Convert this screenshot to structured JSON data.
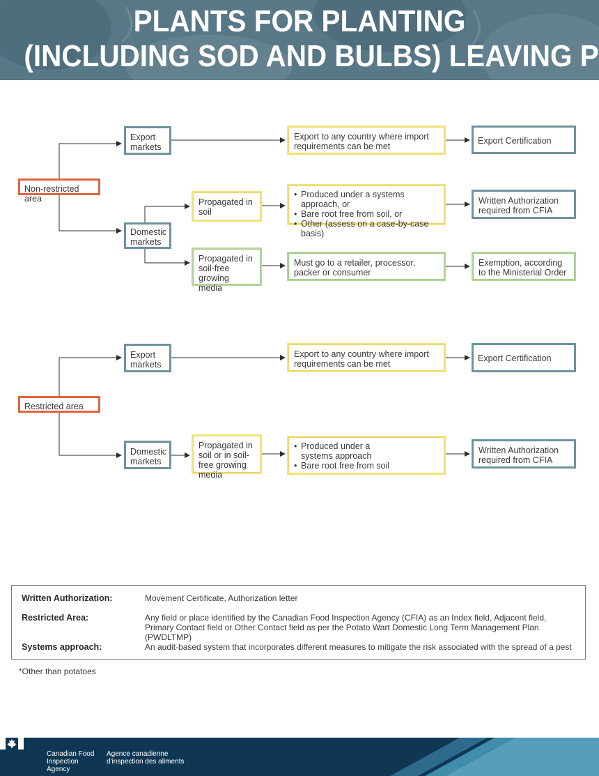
{
  "title": {
    "line1": "PLANTS FOR PLANTING",
    "line2": "(INCLUDING SOD AND BULBS) LEAVING PEI*"
  },
  "flow": {
    "non_restricted": {
      "area": "Non-restricted area",
      "export_markets": "Export markets",
      "export_requirements": "Export to any country where import requirements can be met",
      "export_certification": "Export Certification",
      "domestic_markets": "Domestic markets",
      "propagated_soil": "Propagated in soil",
      "soil_conditions": [
        "Produced under a systems approach, or",
        "Bare root free from soil, or",
        "Other (assess on a case-by-case basis)"
      ],
      "written_authorization": "Written Authorization required from CFIA",
      "propagated_soilfree": "Propagated in soil-free growing media",
      "retailer": "Must go to a retailer, processor, packer or consumer",
      "exemption": "Exemption, according to the Ministerial Order"
    },
    "restricted": {
      "area": "Restricted area",
      "export_markets": "Export markets",
      "export_requirements": "Export to any country where import requirements can be met",
      "export_certification": "Export Certification",
      "domestic_markets": "Domestic markets",
      "propagated": "Propagated in soil or in soil-free growing media",
      "conditions": [
        "Produced under a systems approach",
        "Bare root free from soil"
      ],
      "written_authorization": "Written Authorization required from CFIA"
    }
  },
  "legend": [
    {
      "term": "Written Authorization:",
      "definition": "Movement Certificate, Authorization letter"
    },
    {
      "term": "Restricted Area:",
      "definition": "Any field or place identified by the Canadian Food Inspection Agency (CFIA) as an Index field, Adjacent field, Primary Contact field or Other Contact field as per the Potato Wart Domestic Long Term Management Plan (PWDLTMP)"
    },
    {
      "term": "Systems approach:",
      "definition": "An audit-based system that incorporates different measures to mitigate the risk associated with the spread of a pest"
    }
  ],
  "footnote": "*Other than potatoes",
  "footer": {
    "agency_en": "Canadian Food Inspection Agency",
    "agency_fr": "Agence canadienne d'inspection des aliments"
  },
  "colors": {
    "header": "#587887",
    "teal_border": "#6d939e",
    "yellow_border": "#f2e57a",
    "green_border": "#b6d69c",
    "orange_border": "#e2643e",
    "footer": "#0f3753"
  }
}
